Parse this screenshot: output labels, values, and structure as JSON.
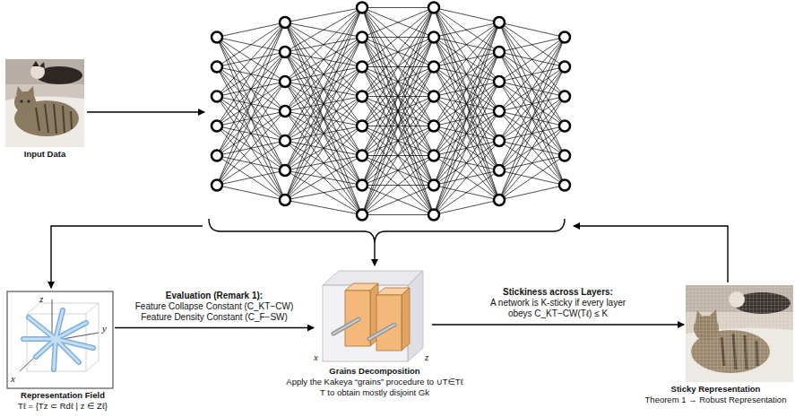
{
  "diagram": {
    "nodes": [
      {
        "text": [
          "Input Data"
        ]
      },
      {
        "text": [
          "Representation Field",
          "Tℓ = {Tz ⊂ Rdℓ | z ∈ Zℓ}"
        ]
      },
      {
        "text": [
          "Grains Decomposition",
          "Apply the Kakeya “grains” procedure to ∪T∈Tℓ T to obtain mostly disjoint Gk"
        ]
      },
      {
        "text": [
          "Sticky Representation",
          "Theorem 1 → Robust Representation"
        ]
      }
    ],
    "edges": [
      {
        "from": 1,
        "to": 2,
        "arrow": "to",
        "label": "Evaluation (Remark 1):"
      },
      {
        "from": 2,
        "to": 3,
        "arrow": "to",
        "label": "Stickiness across Layers:"
      }
    ],
    "labels": [
      "Feature Collapse Constant (C_KT−CW)",
      "Feature Density Constant (C_F−SW)",
      "A network is K-sticky if every layer obeys C_KT−CW(Tℓ) ≤ K",
      "z",
      "y",
      "x",
      "z",
      "x"
    ]
  }
}
